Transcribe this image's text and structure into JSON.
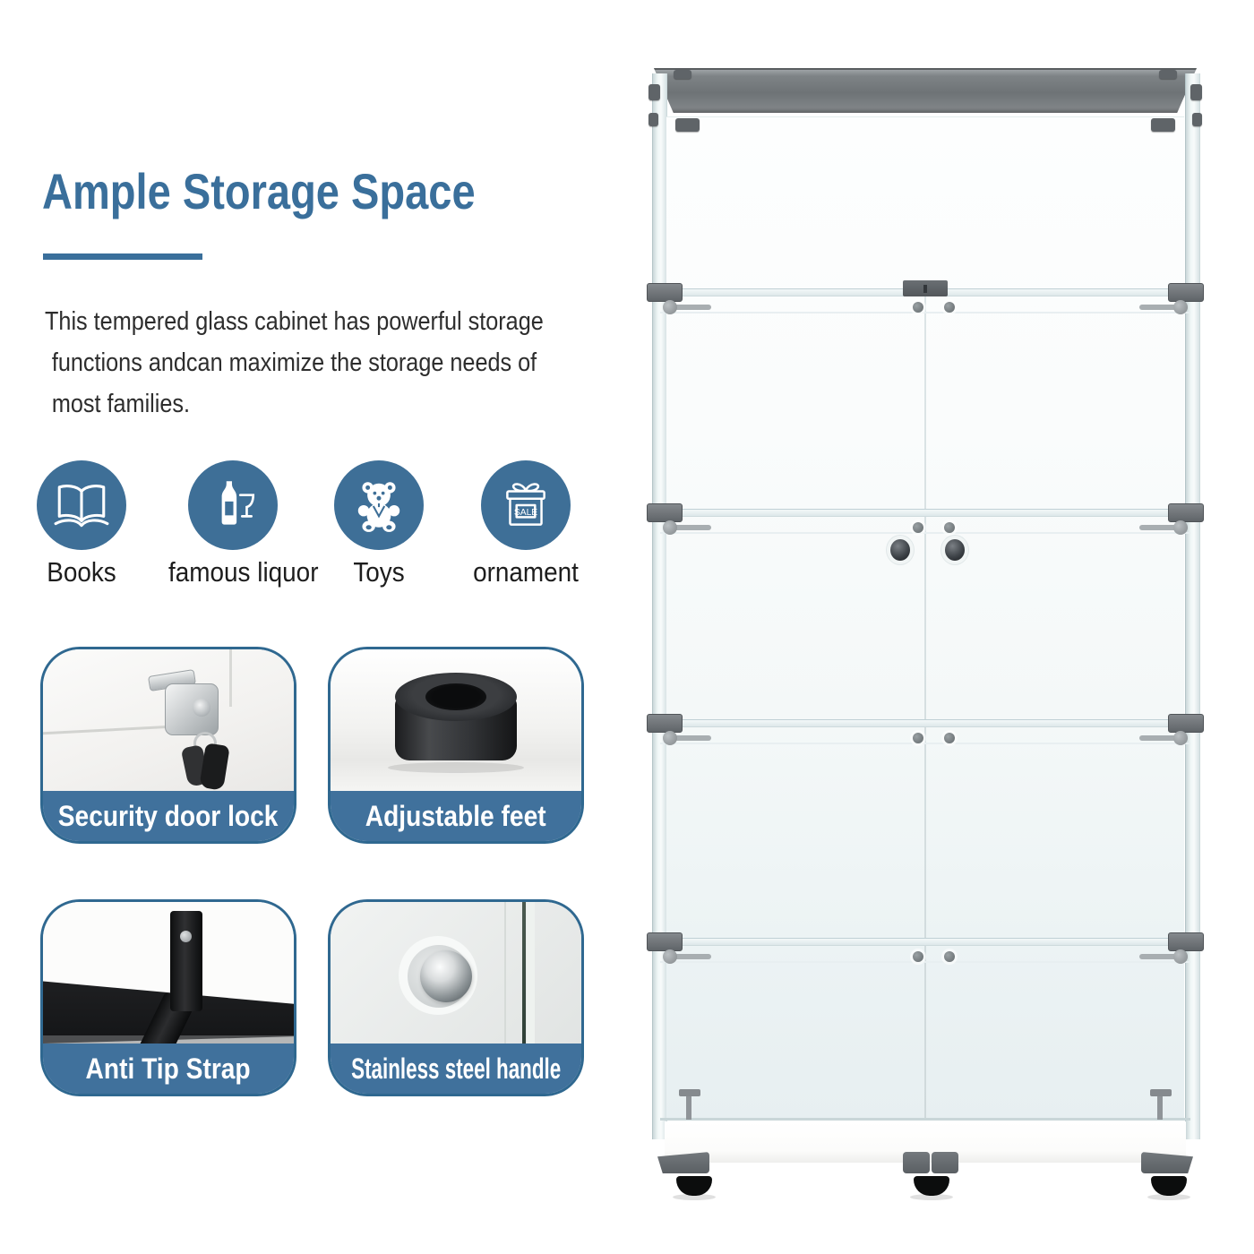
{
  "accent_color": "#3a6f9b",
  "circle_color": "#3e6f97",
  "banner_color": "#40719c",
  "header": {
    "title": "Ample Storage Space"
  },
  "intro": {
    "lines": [
      "This tempered glass cabinet has powerful storage",
      "functions andcan maximize the storage needs of",
      "most families."
    ]
  },
  "categories": {
    "gift_tag": "SALE",
    "items": [
      {
        "icon": "open-book-icon",
        "label": "Books"
      },
      {
        "icon": "wine-bottle-and-glass-icon",
        "label": "famous liquor"
      },
      {
        "icon": "teddy-bear-icon",
        "label": "Toys"
      },
      {
        "icon": "gift-box-icon",
        "label": "ornament"
      }
    ]
  },
  "features": {
    "items": [
      {
        "photo": "key-lock-on-glass-door",
        "label": "Security door lock"
      },
      {
        "photo": "black-adjustable-foot",
        "label": "Adjustable feet"
      },
      {
        "photo": "black-anti-tip-strap",
        "label": "Anti Tip Strap"
      },
      {
        "photo": "chrome-door-knob",
        "label": "Stainless steel handle"
      }
    ]
  },
  "product": {
    "photo": "five-tier-glass-display-cabinet",
    "shelf_lines": 4,
    "compartments": 5,
    "doors": 2,
    "feet": 3
  }
}
